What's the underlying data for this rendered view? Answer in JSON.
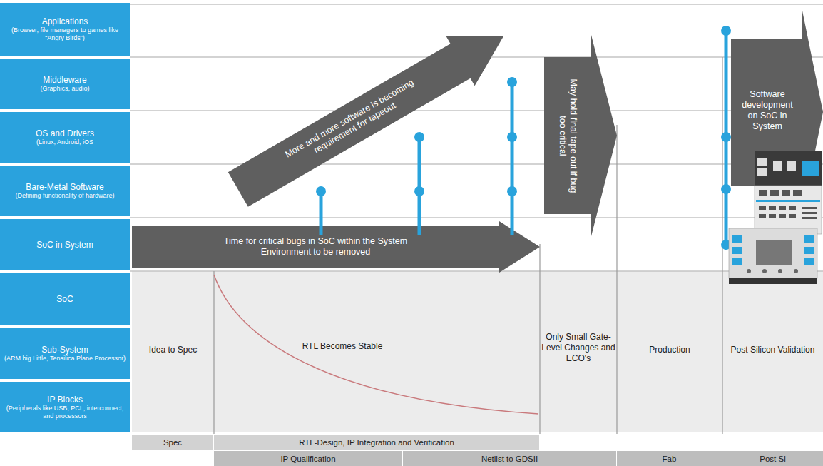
{
  "diagram": {
    "nodes": [
      {
        "text": [
          "Applications",
          "(Browser, file managers to games like “Angry Birds”)"
        ]
      },
      {
        "text": [
          "Middleware",
          "(Graphics, audio)"
        ]
      },
      {
        "text": [
          "OS and Drivers",
          "(Linux, Android, iOS"
        ]
      },
      {
        "text": [
          "Bare-Metal Software",
          "(Defining functionality of hardware)"
        ]
      },
      {
        "text": [
          "SoC in System"
        ]
      },
      {
        "text": [
          "SoC"
        ]
      },
      {
        "text": [
          "Sub-System",
          "(ARM big.Little, Tensilica Plane Processor)"
        ]
      },
      {
        "text": [
          "IP Blocks",
          "(Peripherals like USB, PCI , interconnect, and processors"
        ]
      },
      {
        "text": [
          "Time for critical bugs in SoC within the System Environment to be removed"
        ]
      },
      {
        "text": [
          "More and more software is becoming requirement for tapeout"
        ]
      },
      {
        "text": [
          "May hold final tape out if bug too critical"
        ]
      },
      {
        "text": [
          "Software development on SoC in System"
        ]
      },
      {
        "text": [
          "Spec"
        ]
      },
      {
        "text": [
          "RTL-Design, IP Integration and Verification"
        ]
      },
      {
        "text": [
          "IP Qualification"
        ]
      },
      {
        "text": [
          "Netlist to GDSII"
        ]
      },
      {
        "text": [
          "Fab"
        ]
      },
      {
        "text": [
          "Post Si"
        ]
      }
    ],
    "labels": [
      "Idea to Spec",
      "RTL Becomes Stable",
      "Only Small Gate-Level Changes and ECO's",
      "Production",
      "Post Silicon Validation"
    ]
  }
}
